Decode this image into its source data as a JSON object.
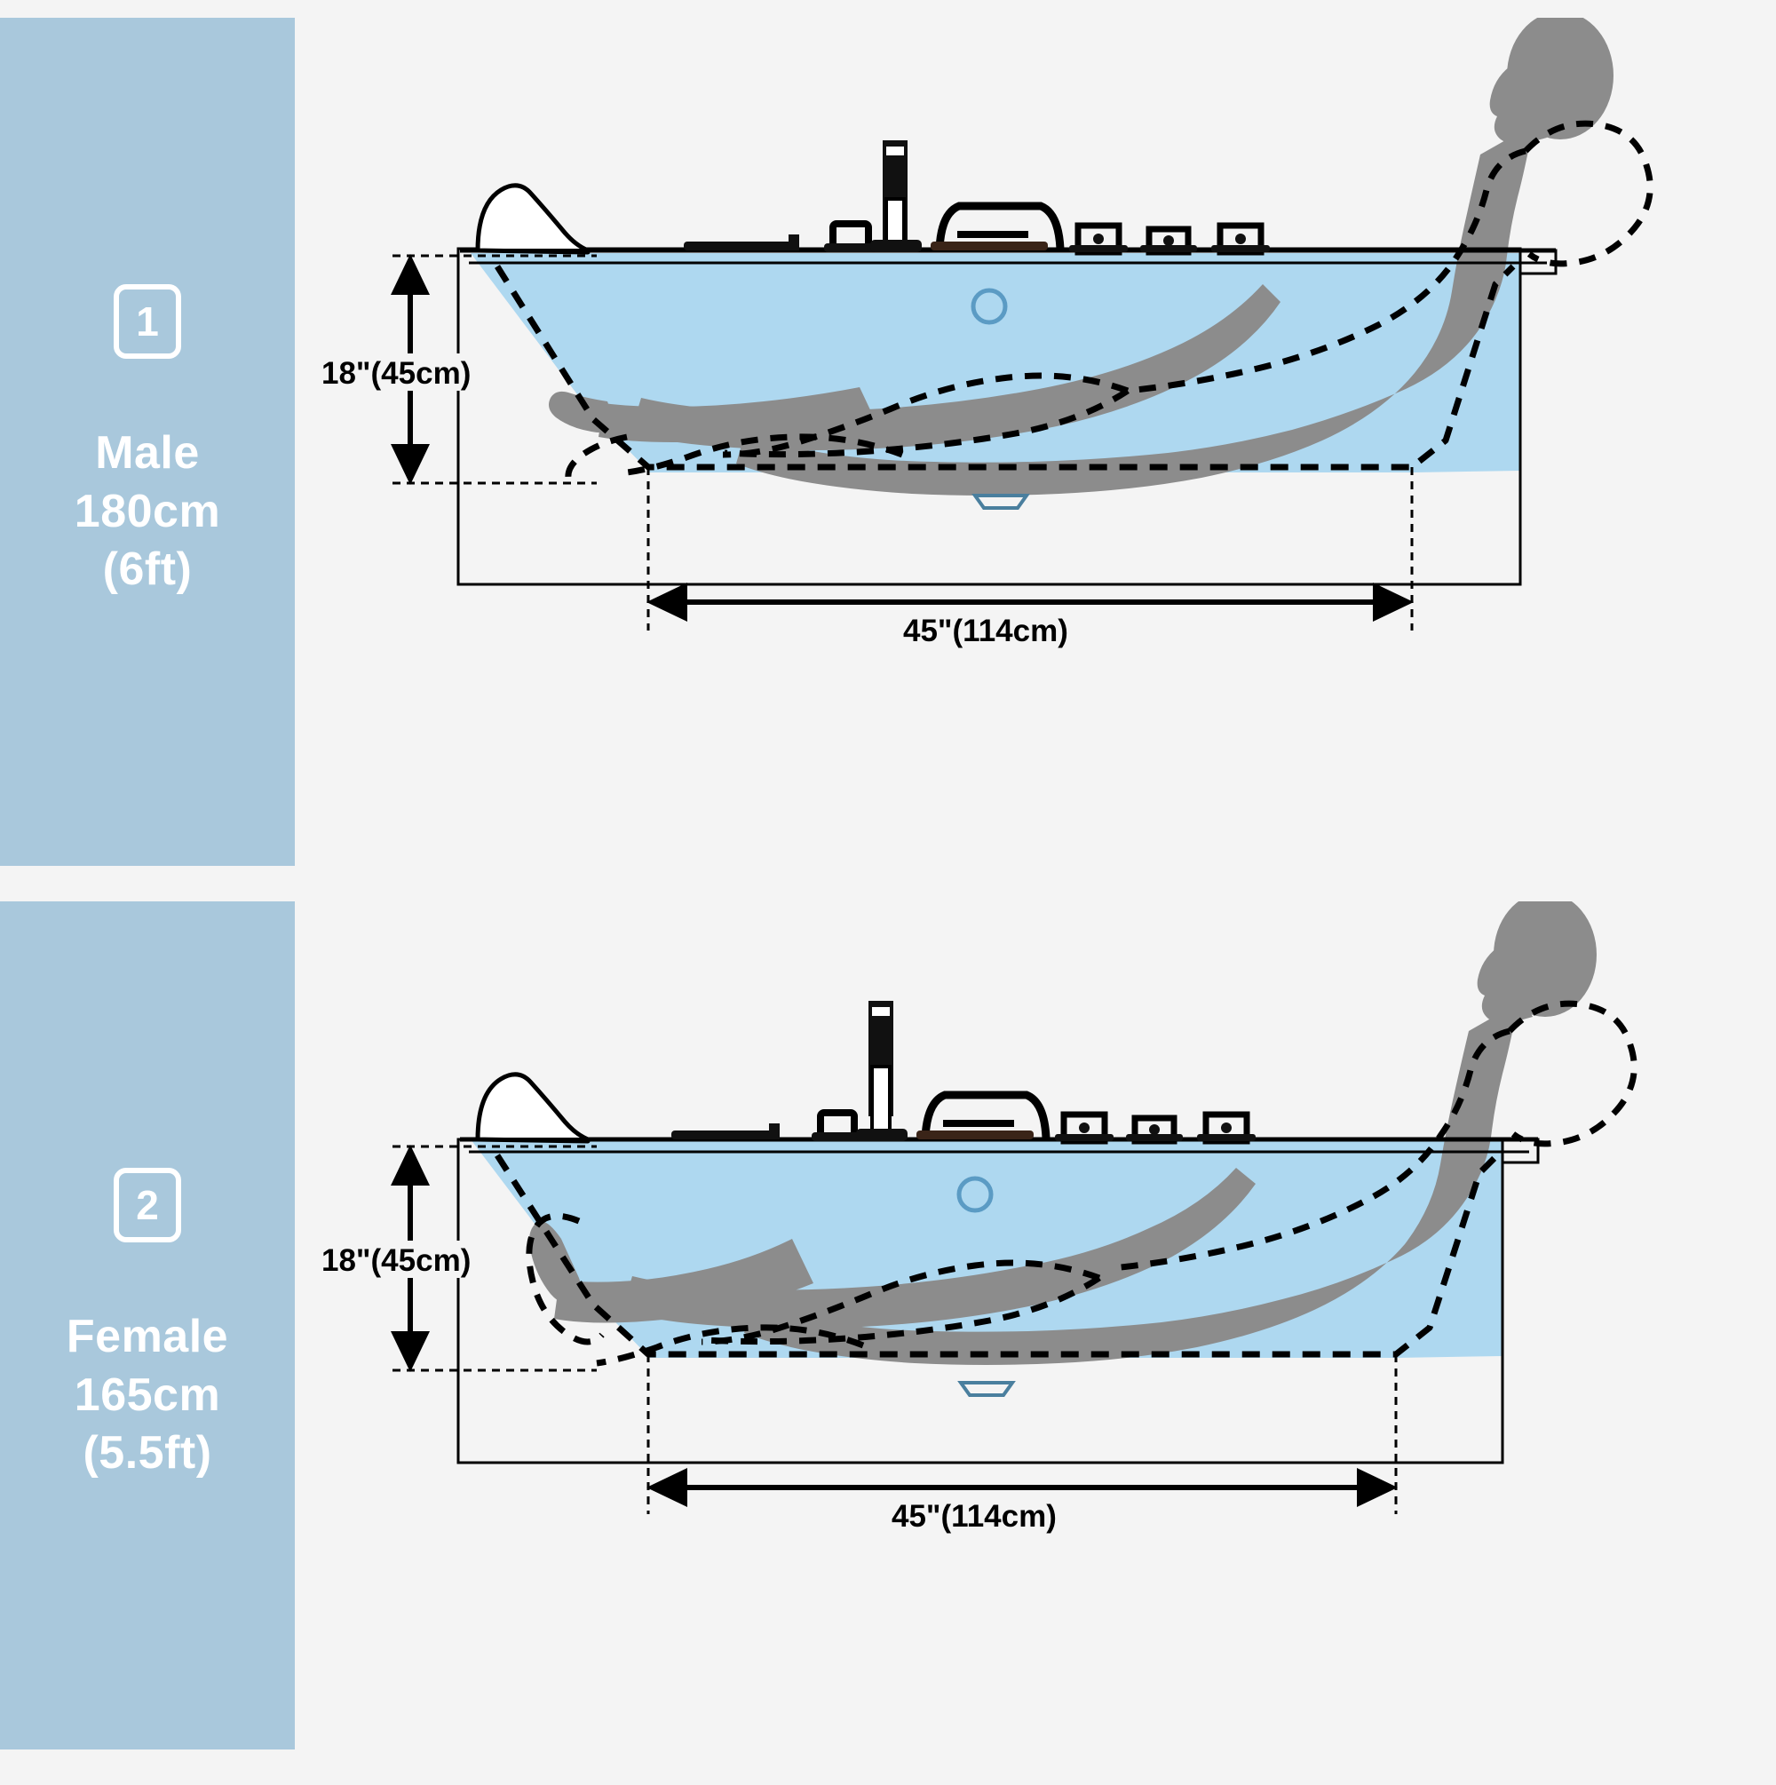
{
  "meta": {
    "diagram_title": "Bathtub sizing comparison with seated human figures",
    "background_color": "#f4f4f4",
    "sidebar_color": "#a9c8dc",
    "water_color": "#aed8f0",
    "body_color": "#8f8f8f",
    "line_color": "#000000"
  },
  "panels": [
    {
      "badge": "1",
      "label_lines": [
        "Male",
        "180cm",
        "(6ft)"
      ],
      "height_dimension": "18\"(45cm)",
      "width_dimension": "45\"(114cm)",
      "figure": "male-silhouette-seated",
      "fixtures": [
        "handheld-shower-column",
        "rim-tray",
        "soap-dispenser-button",
        "faucet-spout",
        "grab-handle",
        "control-button-1",
        "control-button-2",
        "control-button-3",
        "drain-circle",
        "overflow-slot"
      ]
    },
    {
      "badge": "2",
      "label_lines": [
        "Female",
        "165cm",
        "(5.5ft)"
      ],
      "height_dimension": "18\"(45cm)",
      "width_dimension": "45\"(114cm)",
      "figure": "female-silhouette-seated",
      "fixtures": [
        "handheld-shower-column",
        "rim-tray",
        "soap-dispenser-button",
        "faucet-spout",
        "grab-handle",
        "control-button-1",
        "control-button-2",
        "control-button-3",
        "drain-circle",
        "overflow-slot"
      ]
    }
  ]
}
